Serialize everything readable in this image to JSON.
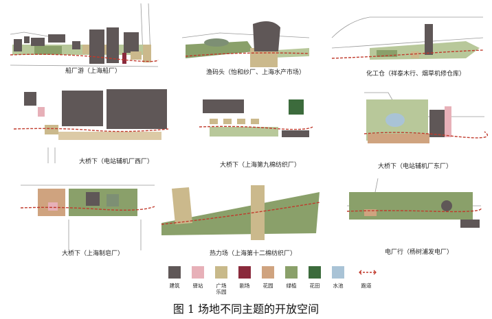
{
  "panels": [
    {
      "caption": "船厂游（上海船厂）"
    },
    {
      "caption": "渔码头（怡和纱厂、上海水产市场）"
    },
    {
      "caption": "化工仓（祥泰木行、烟草机修仓库）"
    },
    {
      "caption": "大桥下（电站辅机厂西厂）"
    },
    {
      "caption": "大桥下（上海第九棉纺织厂）"
    },
    {
      "caption": "大桥下（电站辅机厂东厂）"
    },
    {
      "caption": "大桥下（上海制皂厂）"
    },
    {
      "caption": "热力场（上海第十二棉纺织厂）"
    },
    {
      "caption": "电厂行（杨树浦发电厂）"
    }
  ],
  "legend": [
    {
      "label": "建筑",
      "color": "#5f5757"
    },
    {
      "label": "驿站",
      "color": "#e7b0b8"
    },
    {
      "label": "广场\n乐园",
      "color": "#c8b98a"
    },
    {
      "label": "剧场",
      "color": "#8a2a3c"
    },
    {
      "label": "花园",
      "color": "#cfa37f"
    },
    {
      "label": "绿植",
      "color": "#8aa06a"
    },
    {
      "label": "花田",
      "color": "#3c6b3c"
    },
    {
      "label": "水池",
      "color": "#a9c3d6"
    },
    {
      "label": "跑道",
      "color": "#c0392b"
    }
  ],
  "figure_title": "图 1  场地不同主题的开放空间"
}
